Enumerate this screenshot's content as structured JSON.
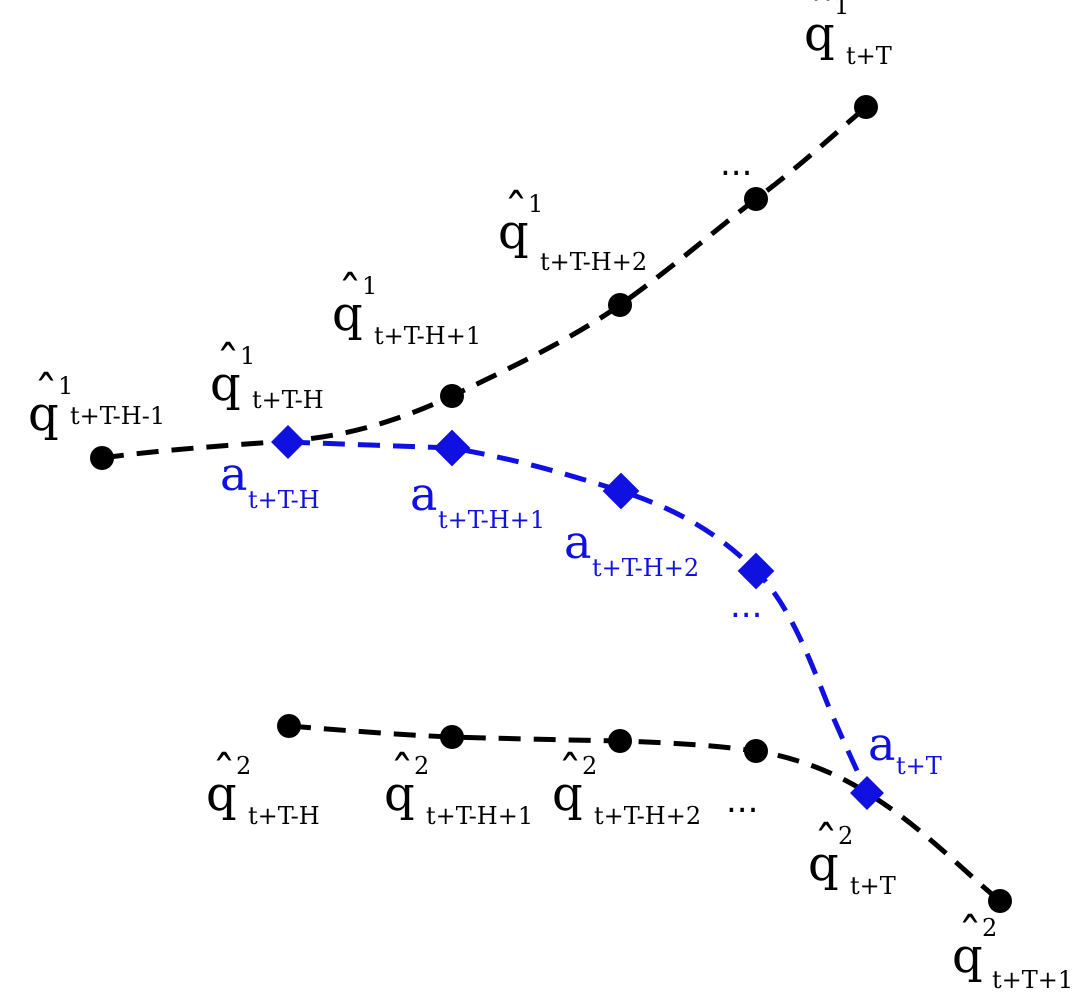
{
  "colors": {
    "trajectory": "#000000",
    "action": "#1010e0"
  },
  "labels": {
    "q1_0": {
      "base": "q",
      "sup": "1",
      "sub": "t+T-H-1"
    },
    "q1_1": {
      "base": "q",
      "sup": "1",
      "sub": "t+T-H"
    },
    "q1_2": {
      "base": "q",
      "sup": "1",
      "sub": "t+T-H+1"
    },
    "q1_3": {
      "base": "q",
      "sup": "1",
      "sub": "t+T-H+2"
    },
    "q1_5": {
      "base": "q",
      "sup": "1",
      "sub": "t+T"
    },
    "q2_0": {
      "base": "q",
      "sup": "2",
      "sub": "t+T-H"
    },
    "q2_1": {
      "base": "q",
      "sup": "2",
      "sub": "t+T-H+1"
    },
    "q2_2": {
      "base": "q",
      "sup": "2",
      "sub": "t+T-H+2"
    },
    "q2_4": {
      "base": "q",
      "sup": "2",
      "sub": "t+T"
    },
    "q2_5": {
      "base": "q",
      "sup": "2",
      "sub": "t+T+1"
    },
    "a0": {
      "base": "a",
      "sub": "t+T-H"
    },
    "a1": {
      "base": "a",
      "sub": "t+T-H+1"
    },
    "a2": {
      "base": "a",
      "sub": "t+T-H+2"
    },
    "a4": {
      "base": "a",
      "sub": "t+T"
    },
    "ellipsis": "..."
  }
}
